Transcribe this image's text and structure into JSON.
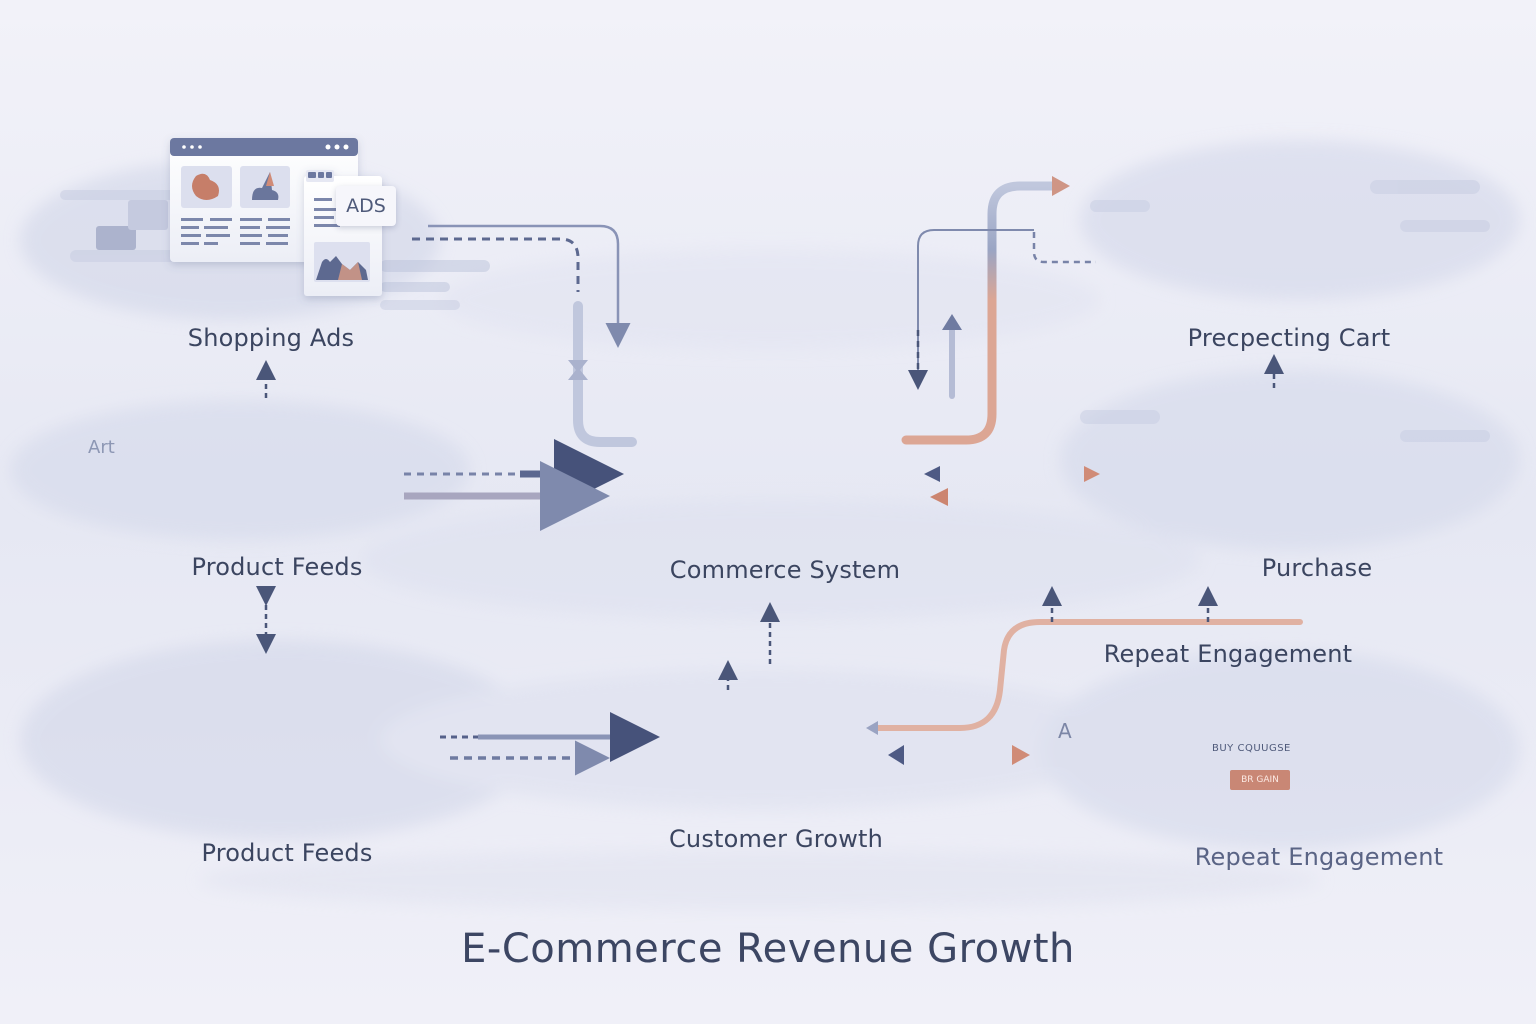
{
  "diagram": {
    "title": "E-Commerce Revenue Growth",
    "palette": {
      "background": "#eeeef7",
      "navy": "#3e4a72",
      "slate": "#6e7aa0",
      "light_slate": "#b9c1da",
      "accent_orange": "#d08b77",
      "panel_white": "#f6f6fb",
      "text": "#3b4560"
    },
    "nodes": [
      {
        "id": "shopping-ads",
        "label": "Shopping Ads",
        "icon": "browser-ads-icon",
        "embedded_text": "ADS"
      },
      {
        "id": "product-feeds-top",
        "label": "Product Feeds",
        "icon": "browser-product-grid-icon",
        "embedded_text": "Art"
      },
      {
        "id": "product-feeds-bottom",
        "label": "Product Feeds",
        "icon": "image-cards-cluster-icon"
      },
      {
        "id": "commerce-system",
        "label": "Commerce System",
        "icon": "server-cart-dollar-icon"
      },
      {
        "id": "customer-growth",
        "label": "Customer Growth",
        "icon": "growth-bar-chart-icon"
      },
      {
        "id": "precpecting-cart",
        "label": "Precpecting Cart",
        "icon": "browser-cart-download-icon"
      },
      {
        "id": "purchase",
        "label": "Purchase",
        "icon": "person-checkout-icon"
      },
      {
        "id": "repeat-engagement-top",
        "label": "Repeat Engagement"
      },
      {
        "id": "repeat-engagement-bottom",
        "label": "Repeat Engagement",
        "icon": "woman-buy-browser-icon",
        "embedded_text": [
          "BUY CQUUGSE",
          "BR GAIN",
          "A"
        ]
      }
    ],
    "edges": [
      {
        "from": "shopping-ads",
        "to": "commerce-system",
        "style": "dashed+solid",
        "direction": "down"
      },
      {
        "from": "product-feeds-top",
        "to": "shopping-ads",
        "style": "dashed",
        "direction": "up"
      },
      {
        "from": "product-feeds-top",
        "to": "commerce-system",
        "style": "dashed+solid",
        "direction": "right"
      },
      {
        "from": "product-feeds-top",
        "to": "product-feeds-bottom",
        "style": "dashed",
        "direction": "both"
      },
      {
        "from": "product-feeds-bottom",
        "to": "customer-growth",
        "style": "dashed",
        "direction": "right"
      },
      {
        "from": "customer-growth",
        "to": "commerce-system",
        "style": "dashed",
        "direction": "up"
      },
      {
        "from": "commerce-system",
        "to": "precpecting-cart",
        "style": "solid-gradient",
        "direction": "up-right"
      },
      {
        "from": "precpecting-cart",
        "to": "commerce-system",
        "style": "dashed",
        "direction": "down"
      },
      {
        "from": "commerce-system",
        "to": "purchase",
        "style": "double",
        "direction": "both"
      },
      {
        "from": "purchase",
        "to": "precpecting-cart",
        "style": "dashed",
        "direction": "up"
      },
      {
        "from": "customer-growth",
        "to": "repeat-engagement-bottom",
        "style": "double",
        "direction": "both"
      },
      {
        "from": "customer-growth",
        "to": "purchase",
        "style": "solid-gradient",
        "direction": "up-right"
      }
    ]
  }
}
